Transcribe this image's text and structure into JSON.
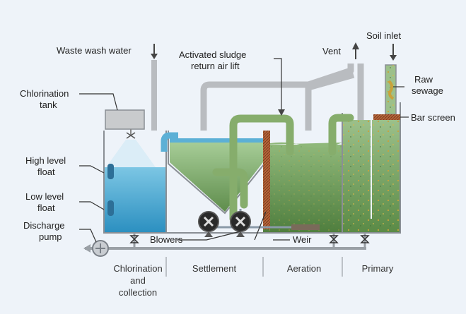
{
  "labels": {
    "waste_wash_water": "Waste wash water",
    "activated_sludge_line1": "Activated sludge",
    "activated_sludge_line2": "return air lift",
    "vent": "Vent",
    "soil_inlet": "Soil inlet",
    "raw_sewage_line1": "Raw",
    "raw_sewage_line2": "sewage",
    "bar_screen": "Bar screen",
    "chlorination_tank_line1": "Chlorination",
    "chlorination_tank_line2": "tank",
    "high_level_float_line1": "High level",
    "high_level_float_line2": "float",
    "low_level_float_line1": "Low level",
    "low_level_float_line2": "float",
    "discharge_pump_line1": "Discharge",
    "discharge_pump_line2": "pump",
    "blowers": "Blowers",
    "weir": "Weir"
  },
  "sections": {
    "chlorination_line1": "Chlorination",
    "chlorination_line2": "and",
    "chlorination_line3": "collection",
    "settlement": "Settlement",
    "aeration": "Aeration",
    "primary": "Primary"
  },
  "colors": {
    "water_blue": "#3aa3cf",
    "sludge_green": "#6f9a55",
    "pipe_green": "#86ad6c",
    "pipe_grey": "#b9bcc0",
    "weir_brown": "#b5653a",
    "background": "#eef3f9"
  }
}
